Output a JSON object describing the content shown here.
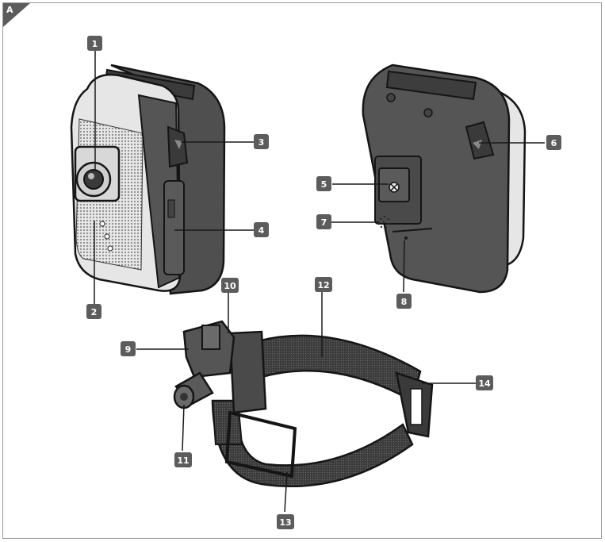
{
  "figure": {
    "corner_label": "A",
    "callouts": [
      "1",
      "2",
      "3",
      "4",
      "5",
      "6",
      "7",
      "8",
      "9",
      "10",
      "11",
      "12",
      "13",
      "14"
    ],
    "colors": {
      "badge": "#5c5c5c",
      "body_dark": "#4d4d4d",
      "body_mid": "#6a6a6a",
      "outline": "#1a1a1a",
      "highlight": "#e8e8e8",
      "strap": "#3f3f3f"
    }
  }
}
